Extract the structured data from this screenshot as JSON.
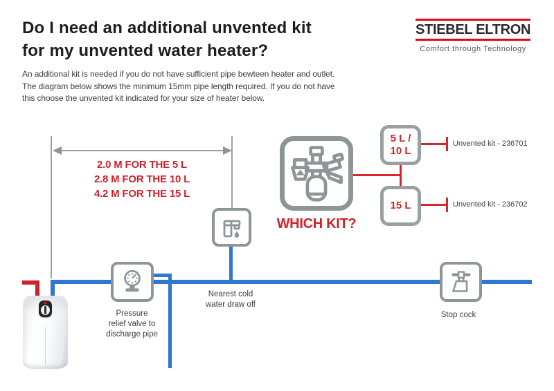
{
  "header": {
    "title_lines": [
      "Do I need an additional unvented kit",
      "for my unvented water heater?"
    ],
    "logo": {
      "name": "STIEBEL ELTRON",
      "tagline": "Comfort through Technology"
    }
  },
  "intro_lines": [
    "An additional kit is needed if you do not have sufficient pipe bewteen heater and outlet.",
    "The diagram below shows the minimum 15mm pipe length required. If you do not have",
    "this choose the unvented kit indicated for your size of heater below."
  ],
  "measurement": {
    "lines": [
      "2.0 M FOR THE 5 L",
      "2.8 M FOR THE 10 L",
      "4.2 M FOR THE 15 L"
    ]
  },
  "kit_selector": {
    "question": "WHICH KIT?",
    "options": [
      {
        "size_lines": [
          "5 L /",
          "10 L"
        ],
        "kit_label": "Unvented kit - 236701"
      },
      {
        "size_lines": [
          "15 L"
        ],
        "kit_label": "Unvented kit - 236702"
      }
    ]
  },
  "component_labels": {
    "prv_lines": [
      "Pressure",
      "relief valve to",
      "discharge pipe"
    ],
    "draw_off_lines": [
      "Nearest cold",
      "water draw off"
    ],
    "stop_cock": "Stop cock"
  },
  "colors": {
    "brand_red": "#e30613",
    "diagram_red": "#d0222b",
    "pipe_blue": "#2e78d0",
    "icon_gray": "#8d9596"
  }
}
